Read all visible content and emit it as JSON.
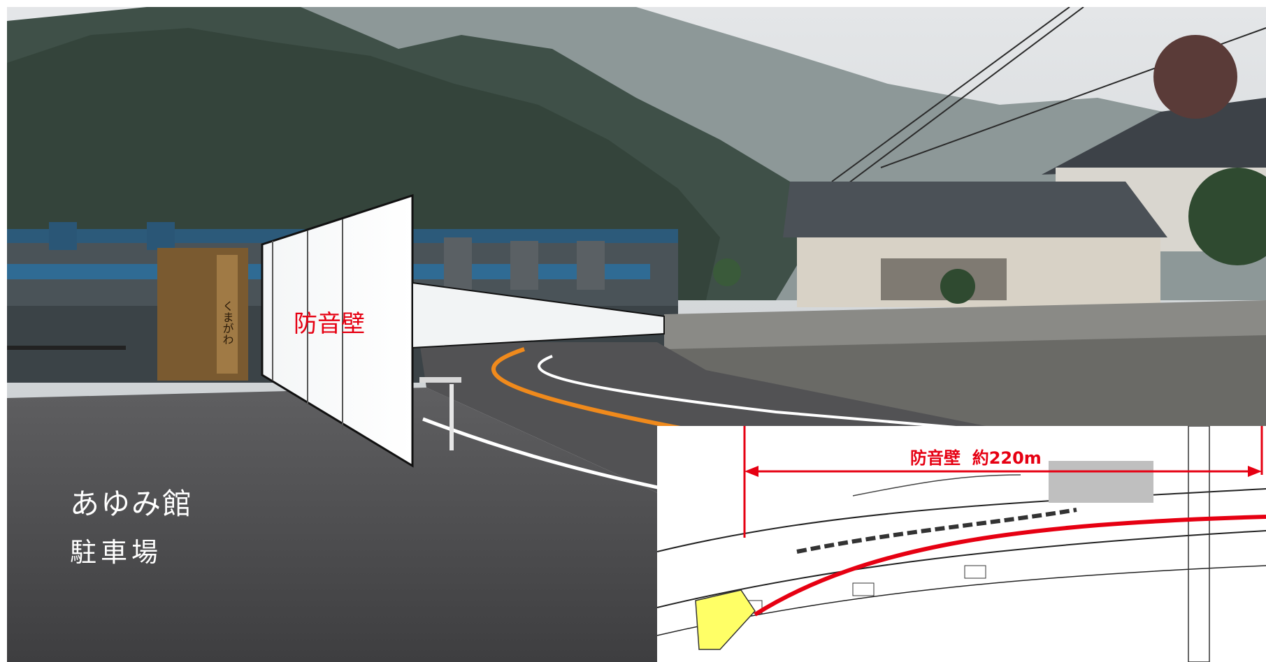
{
  "scene": {
    "wall_label": "防音壁",
    "location_label": "あゆみ館",
    "location_sub_label": "駐車場",
    "sign_text": "くまがわ"
  },
  "inset_map": {
    "label": "防音壁  約220m",
    "marker_color": "#e60012",
    "highlight_color": "#ffff66"
  },
  "colors": {
    "annotation_red": "#e60012",
    "road_center_line": "#f08a1c",
    "sky": "#dfe2e4"
  }
}
